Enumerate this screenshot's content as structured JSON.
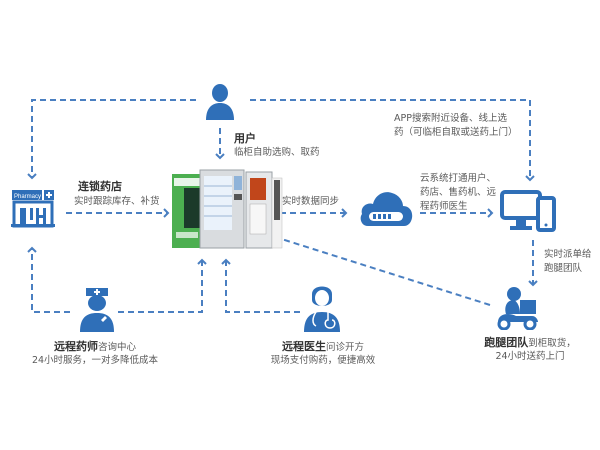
{
  "theme": {
    "accent": "#2f6fb8",
    "line": "#4a7fc1",
    "text": "#5a5a5a",
    "title": "#333333",
    "machine_green": "#4caf50"
  },
  "nodes": {
    "user": {
      "title": "用户",
      "desc": "临柜自助选购、取药",
      "icon": "user-icon"
    },
    "pharmacy": {
      "title": "连锁药店",
      "desc": "实时跟踪库存、补货",
      "icon": "pharmacy-store-icon",
      "sign": "Pharmacy"
    },
    "vending": {
      "icon": "vending-machines-image"
    },
    "cloud": {
      "icon": "cloud-server-icon"
    },
    "devices": {
      "icon": "desktop-mobile-icon"
    },
    "pharmacist": {
      "title": "远程药师",
      "title_suffix": "咨询中心",
      "desc": "24小时服务，一对多降低成本",
      "icon": "nurse-pharmacist-icon"
    },
    "doctor": {
      "title": "远程医生",
      "title_suffix": "问诊开方",
      "desc": "现场支付购药，便捷高效",
      "icon": "doctor-icon"
    },
    "courier": {
      "title": "跑腿团队",
      "title_suffix": "到柜取货，",
      "desc": "24小时送药上门",
      "icon": "delivery-scooter-icon"
    }
  },
  "edges": {
    "sync": "实时数据同步",
    "app_line1": "APP搜索附近设备、线上选",
    "app_line2": "药（可临柜自取或送药上门）",
    "cloud_line1": "云系统打通用户、",
    "cloud_line2": "药店、售药机、远",
    "cloud_line3": "程药师医生",
    "dispatch_line1": "实时派单给",
    "dispatch_line2": "跑腿团队"
  }
}
